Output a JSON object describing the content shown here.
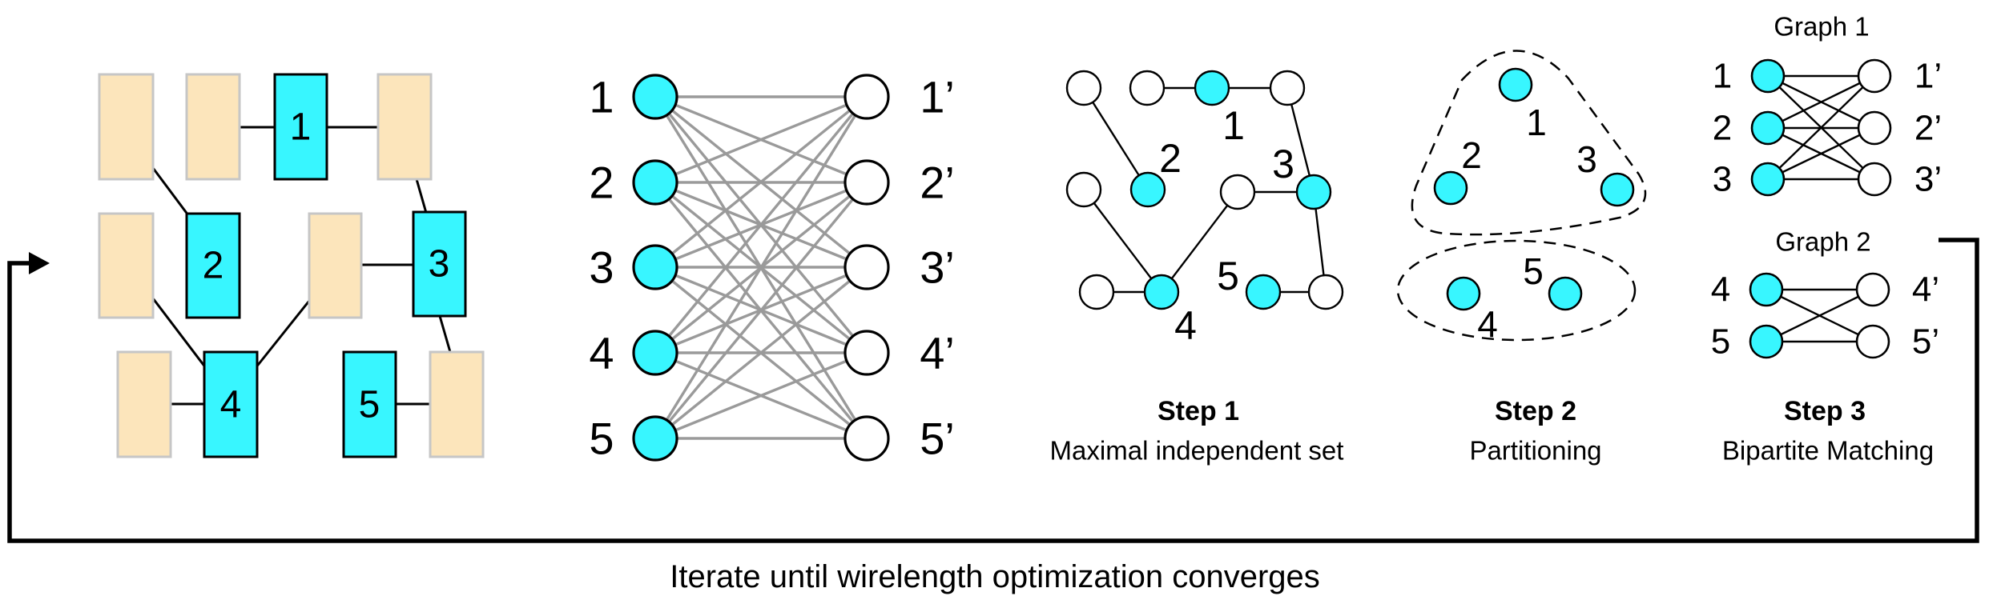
{
  "colors": {
    "node_cyan": "#38F6FF",
    "cell_tan": "#FCE5BB",
    "tan_border": "#C6C6C6",
    "wire_gray": "#9A9A9A",
    "black": "#000000"
  },
  "loop_caption": "Iterate until wirelength optimization converges",
  "placement": {
    "block_labels": [
      "1",
      "2",
      "3",
      "4",
      "5"
    ]
  },
  "bipartite": {
    "left_labels": [
      "1",
      "2",
      "3",
      "4",
      "5"
    ],
    "right_labels": [
      "1’",
      "2’",
      "3’",
      "4’",
      "5’"
    ]
  },
  "steps": [
    {
      "title": "Step 1",
      "subtitle": "Maximal independent set",
      "node_labels": [
        "1",
        "2",
        "3",
        "4",
        "5"
      ]
    },
    {
      "title": "Step 2",
      "subtitle": "Partitioning",
      "node_labels": [
        "1",
        "2",
        "3",
        "4",
        "5"
      ]
    },
    {
      "title": "Step 3",
      "subtitle": "Bipartite Matching"
    }
  ],
  "step3": {
    "graph1_title": "Graph 1",
    "graph2_title": "Graph 2",
    "g1_left": [
      "1",
      "2",
      "3"
    ],
    "g1_right": [
      "1’",
      "2’",
      "3’"
    ],
    "g2_left": [
      "4",
      "5"
    ],
    "g2_right": [
      "4’",
      "5’"
    ]
  }
}
